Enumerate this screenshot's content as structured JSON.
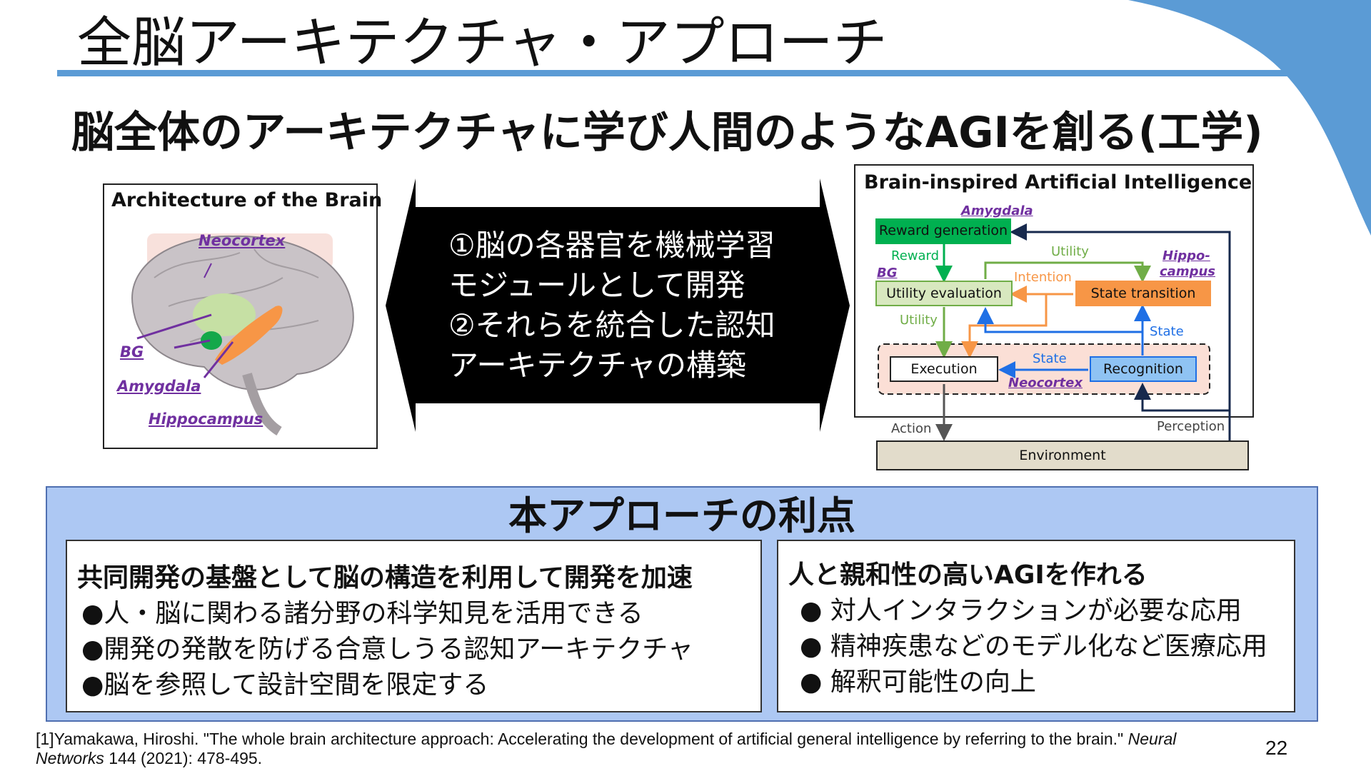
{
  "slide": {
    "title": "全脳アーキテクチャ・アプローチ",
    "subtitle": "脳全体のアーキテクチャに学び人間のようなAGIを創る(工学)",
    "page_number": "22",
    "colors": {
      "accent": "#5b9bd5",
      "benefits_bg": "#adc8f3"
    }
  },
  "brain_panel": {
    "title": "Architecture of the Brain",
    "labels": {
      "neocortex": "Neocortex",
      "bg": "BG",
      "amygdala": "Amygdala",
      "hippocampus": "Hippocampus"
    }
  },
  "center_arrow": {
    "lines": [
      "①脳の各器官を機械学習",
      "モジュールとして開発",
      "②それらを統合した認知",
      "アーキテクチャの構築"
    ]
  },
  "ai_panel": {
    "title": "Brain-inspired Artificial Intelligence",
    "nodes": {
      "reward_generation": "Reward generation",
      "utility_evaluation": "Utility evaluation",
      "state_transition": "State transition",
      "execution": "Execution",
      "recognition": "Recognition",
      "environment": "Environment"
    },
    "region_labels": {
      "amygdala": "Amygdala",
      "hippocampus_1": "Hippo-",
      "hippocampus_2": "campus",
      "bg": "BG",
      "neocortex": "Neocortex"
    },
    "edge_labels": {
      "reward": "Reward",
      "utility_top": "Utility",
      "intention": "Intention",
      "utility_left": "Utility",
      "state_right": "State",
      "state_mid": "State",
      "action": "Action",
      "perception": "Perception"
    },
    "colors": {
      "reward": "#00b050",
      "utility": "#70ad47",
      "intention": "#f79646",
      "state": "#1f6fe5",
      "perception": "#17294d"
    }
  },
  "benefits": {
    "title": "本アプローチの利点",
    "left": {
      "heading": "共同開発の基盤として脳の構造を利用して開発を加速",
      "items": [
        "●人・脳に関わる諸分野の科学知見を活用できる",
        "●開発の発散を防げる合意しうる認知アーキテクチャ",
        "●脳を参照して設計空間を限定する"
      ]
    },
    "right": {
      "heading": "人と親和性の高いAGIを作れる",
      "items": [
        "● 対人インタラクションが必要な応用",
        "● 精神疾患などのモデル化など医療応用",
        "● 解釈可能性の向上"
      ]
    }
  },
  "reference": {
    "prefix": "[1]Yamakawa, Hiroshi. \"The whole brain architecture approach: Accelerating the development of artificial general intelligence by referring to the brain.\" ",
    "journal": "Neural Networks",
    "suffix": " 144 (2021): 478-495."
  }
}
